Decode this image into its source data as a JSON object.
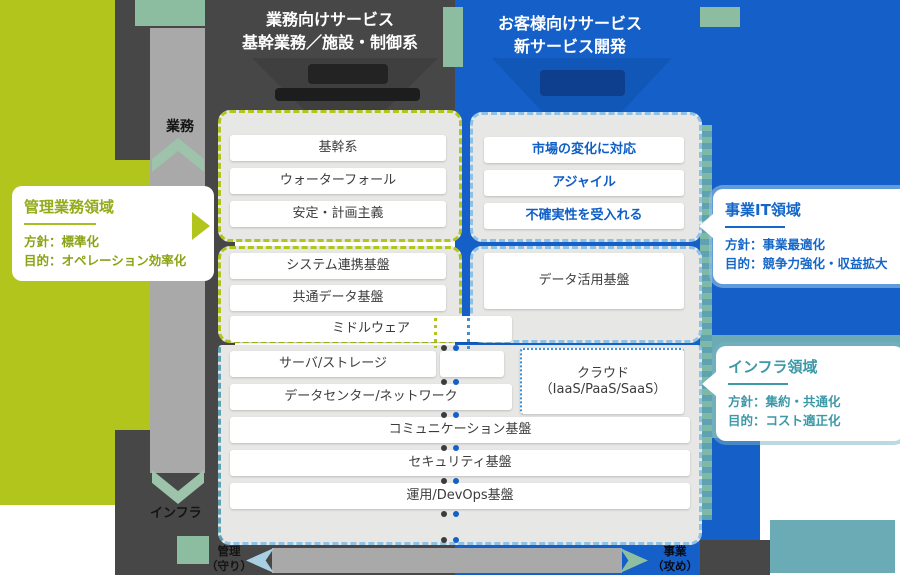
{
  "header_left": {
    "line1": "業務向けサービス",
    "line2": "基幹業務／施設・制御系"
  },
  "header_right": {
    "line1": "お客様向けサービス",
    "line2": "新サービス開発"
  },
  "callouts": {
    "management": {
      "title": "管理業務領域",
      "policy": "方針：標準化",
      "purpose": "目的：オペレーション効率化"
    },
    "business_it": {
      "title": "事業IT領域",
      "policy": "方針：事業最適化",
      "purpose": "目的：競争力強化・収益拡大"
    },
    "infra": {
      "title": "インフラ領域",
      "policy": "方針：集約・共通化",
      "purpose": "目的：コスト適正化"
    }
  },
  "mode1_rows": [
    "基幹系",
    "ウォーターフォール",
    "安定・計画主義"
  ],
  "mode2_rows": [
    "市場の変化に対応",
    "アジャイル",
    "不確実性を受入れる"
  ],
  "mid_left_rows": [
    "システム連携基盤",
    "共通データ基盤"
  ],
  "data_platform": "データ活用基盤",
  "cloud": {
    "line1": "クラウド",
    "line2": "（IaaS/PaaS/SaaS）"
  },
  "infra_rows": [
    "ミドルウェア",
    "サーバ/ストレージ",
    "データセンター/ネットワーク",
    "コミュニケーション基盤",
    "セキュリティ基盤",
    "運用/DevOps基盤"
  ],
  "side_labels": {
    "business_flow": "業務",
    "infra_flow": "インフラ",
    "defense_line1": "管理",
    "defense_line2": "（守り）",
    "offense_line1": "事業",
    "offense_line2": "（攻め）"
  },
  "colors": {
    "green": "#b2c51d",
    "dark_gray": "#474748",
    "blue": "#155fc8",
    "light_blue_dash": "#8ec1e6",
    "teal": "#5fa3b2",
    "sage": "#8cbda0",
    "blue_text": "#0e5ec6"
  }
}
